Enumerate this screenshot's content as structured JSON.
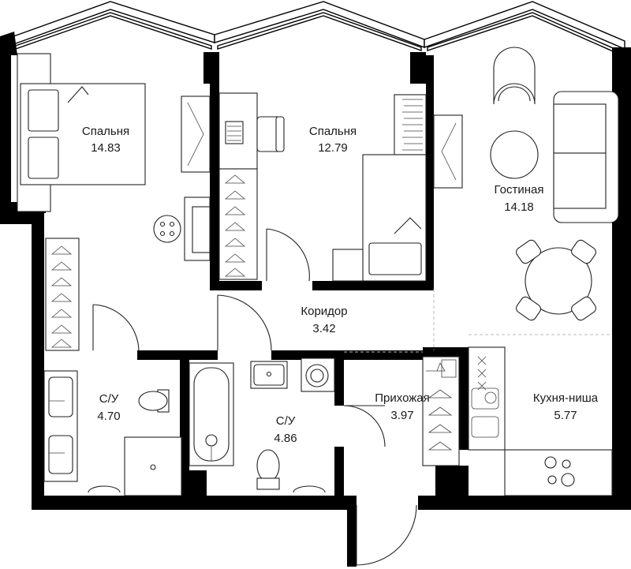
{
  "plan": {
    "rooms": [
      {
        "id": "bedroom-1",
        "name": "Спальня",
        "area": "14.83"
      },
      {
        "id": "bedroom-2",
        "name": "Спальня",
        "area": "12.79"
      },
      {
        "id": "living-room",
        "name": "Гостиная",
        "area": "14.18"
      },
      {
        "id": "corridor",
        "name": "Коридор",
        "area": "3.42"
      },
      {
        "id": "bathroom-1",
        "name": "С/У",
        "area": "4.70"
      },
      {
        "id": "bathroom-2",
        "name": "С/У",
        "area": "4.86"
      },
      {
        "id": "hallway",
        "name": "Прихожая",
        "area": "3.97"
      },
      {
        "id": "kitchen-niche",
        "name": "Кухня-ниша",
        "area": "5.77"
      }
    ],
    "colors": {
      "wall": "#000000",
      "fixture": "#222222",
      "background": "#ffffff"
    }
  }
}
